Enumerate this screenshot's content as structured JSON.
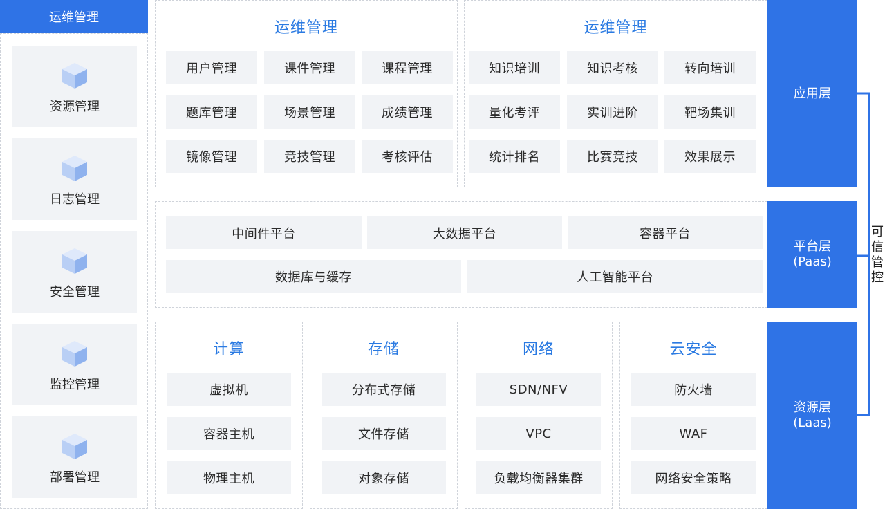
{
  "sidebar": {
    "header": "运维管理",
    "items": [
      {
        "label": "资源管理",
        "icon": "cube-icon"
      },
      {
        "label": "日志管理",
        "icon": "cube-icon"
      },
      {
        "label": "安全管理",
        "icon": "cube-icon"
      },
      {
        "label": "监控管理",
        "icon": "cube-icon"
      },
      {
        "label": "部署管理",
        "icon": "cube-icon"
      }
    ]
  },
  "app_layer": {
    "left": {
      "title": "运维管理",
      "items": [
        "用户管理",
        "课件管理",
        "课程管理",
        "题库管理",
        "场景管理",
        "成绩管理",
        "镜像管理",
        "竞技管理",
        "考核评估"
      ]
    },
    "right": {
      "title": "运维管理",
      "items": [
        "知识培训",
        "知识考核",
        "转向培训",
        "量化考评",
        "实训进阶",
        "靶场集训",
        "统计排名",
        "比赛竞技",
        "效果展示"
      ]
    }
  },
  "platform_layer": {
    "row1": [
      "中间件平台",
      "大数据平台",
      "容器平台"
    ],
    "row2": [
      "数据库与缓存",
      "人工智能平台"
    ]
  },
  "resource_layer": {
    "columns": [
      {
        "title": "计算",
        "items": [
          "虚拟机",
          "容器主机",
          "物理主机"
        ]
      },
      {
        "title": "存储",
        "items": [
          "分布式存储",
          "文件存储",
          "对象存储"
        ]
      },
      {
        "title": "网络",
        "items": [
          "SDN/NFV",
          "VPC",
          "负载均衡器集群"
        ]
      },
      {
        "title": "云安全",
        "items": [
          "防火墙",
          "WAF",
          "网络安全策略"
        ]
      }
    ]
  },
  "bands": {
    "app": {
      "line1": "应用层"
    },
    "platform": {
      "line1": "平台层",
      "line2": "(Paas)"
    },
    "resource": {
      "line1": "资源层",
      "line2": "(Laas)"
    }
  },
  "trust_label": [
    "可",
    "信",
    "管",
    "控"
  ],
  "colors": {
    "accent": "#2f73e6",
    "heading": "#2a7ae2",
    "chip": "#f1f3f6",
    "border": "#cfd3da"
  }
}
